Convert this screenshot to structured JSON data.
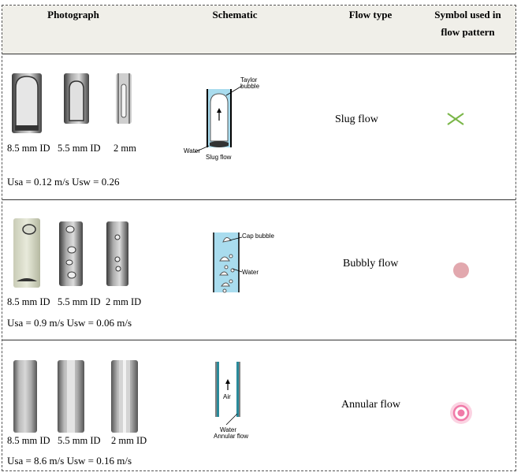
{
  "headers": {
    "photograph": "Photograph",
    "schematic": "Schematic",
    "flow_type": "Flow type",
    "symbol_line1": "Symbol used in",
    "symbol_line2": "flow pattern"
  },
  "rows": [
    {
      "tube_labels": [
        "8.5 mm ID",
        "5.5 mm ID",
        "2 mm"
      ],
      "velocity": "Usa = 0.12 m/s  Usw = 0.26",
      "schematic_labels": {
        "top1": "Taylor",
        "top2": "bubble",
        "left": "Water",
        "bottom": "Slug flow"
      },
      "flow_type": "Slug flow",
      "symbol": {
        "name": "cross-symbol",
        "color": "#7ab648"
      }
    },
    {
      "tube_labels": [
        "8.5 mm ID",
        "5.5 mm ID",
        "2 mm ID"
      ],
      "velocity": "Usa = 0.9 m/s  Usw = 0.06 m/s",
      "schematic_labels": {
        "top": "Cap bubble",
        "middle": "Water"
      },
      "flow_type": "Bubbly flow",
      "symbol": {
        "name": "filled-circle-symbol",
        "color": "#e2a8ae"
      }
    },
    {
      "tube_labels": [
        "8.5 mm ID",
        "5.5 mm ID",
        "2 mm ID"
      ],
      "velocity": "Usa = 8.6 m/s Usw = 0.16 m/s",
      "schematic_labels": {
        "middle": "Air",
        "bottom1": "Water",
        "bottom2": "Annular flow"
      },
      "flow_type": "Annular flow",
      "symbol": {
        "name": "ring-circle-symbol",
        "color": "#f07aa8"
      }
    }
  ]
}
